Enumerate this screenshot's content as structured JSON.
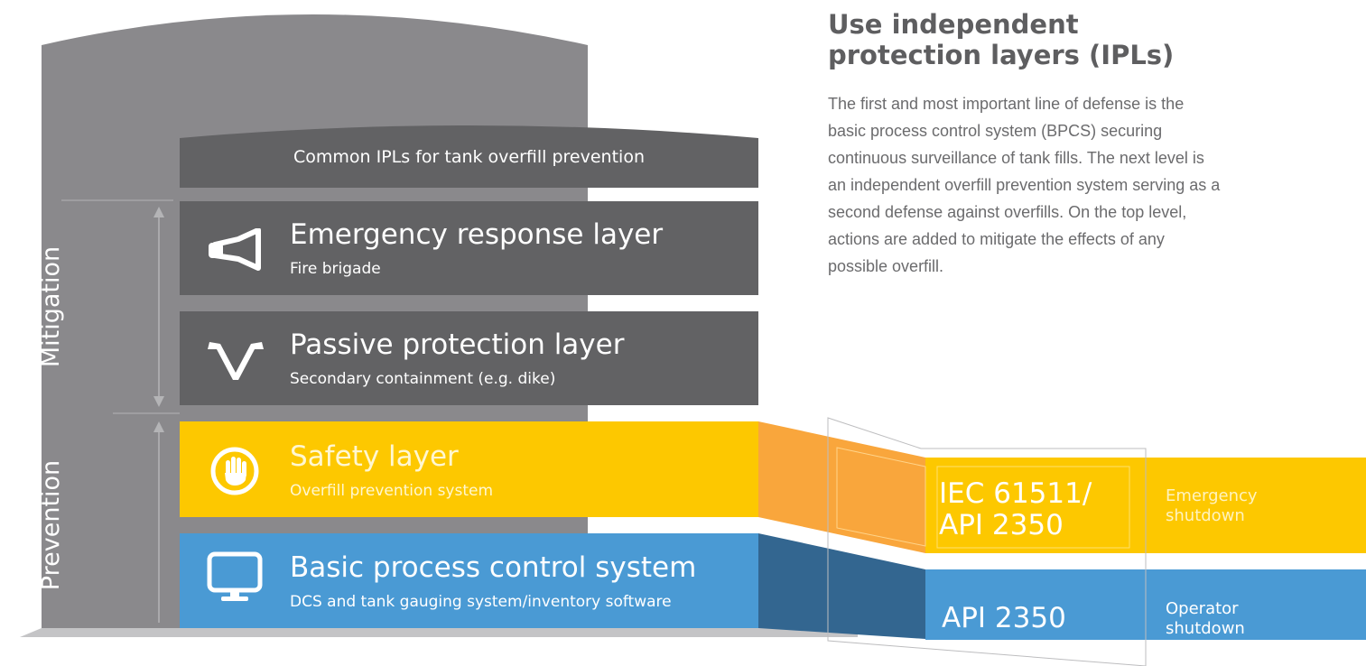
{
  "diagram": {
    "header": "Common IPLs for tank overfill prevention",
    "side_labels": {
      "mitigation": "Mitigation",
      "prevention": "Prevention"
    },
    "layers": [
      {
        "id": "emergency",
        "title": "Emergency response layer",
        "subtitle": "Fire brigade",
        "icon": "megaphone-icon",
        "color": "#626264"
      },
      {
        "id": "passive",
        "title": "Passive protection layer",
        "subtitle": "Secondary containment (e.g. dike)",
        "icon": "dike-icon",
        "color": "#626264"
      },
      {
        "id": "safety",
        "title": "Safety layer",
        "subtitle": "Overfill prevention system",
        "icon": "stop-hand-icon",
        "color": "#fdc800"
      },
      {
        "id": "bpcs",
        "title": "Basic process control system",
        "subtitle": "DCS and tank gauging system/inventory software",
        "icon": "monitor-icon",
        "color": "#4a9ad4"
      }
    ],
    "standards": [
      {
        "layer": "safety",
        "standard": "IEC 61511/\nAPI 2350",
        "action": "Emergency\nshutdown"
      },
      {
        "layer": "bpcs",
        "standard": "API 2350",
        "action": "Operator\nshutdown"
      }
    ],
    "colors": {
      "tank": "#8a898c",
      "dark_band": "#626264",
      "safety": "#fdc800",
      "safety_connector": "#f9a63c",
      "bpcs": "#4a9ad4",
      "bpcs_connector": "#336690",
      "ground": "#c4c4c6"
    }
  },
  "info": {
    "heading": "Use independent protection layers (IPLs)",
    "body": "The first and most important line of defense is the basic process control system (BPCS) securing continuous surveillance of tank fills. The next level is an independent overfill prevention system serving as a second defense against overfills. On the top level, actions are added to mitigate the effects of any possible overfill."
  }
}
